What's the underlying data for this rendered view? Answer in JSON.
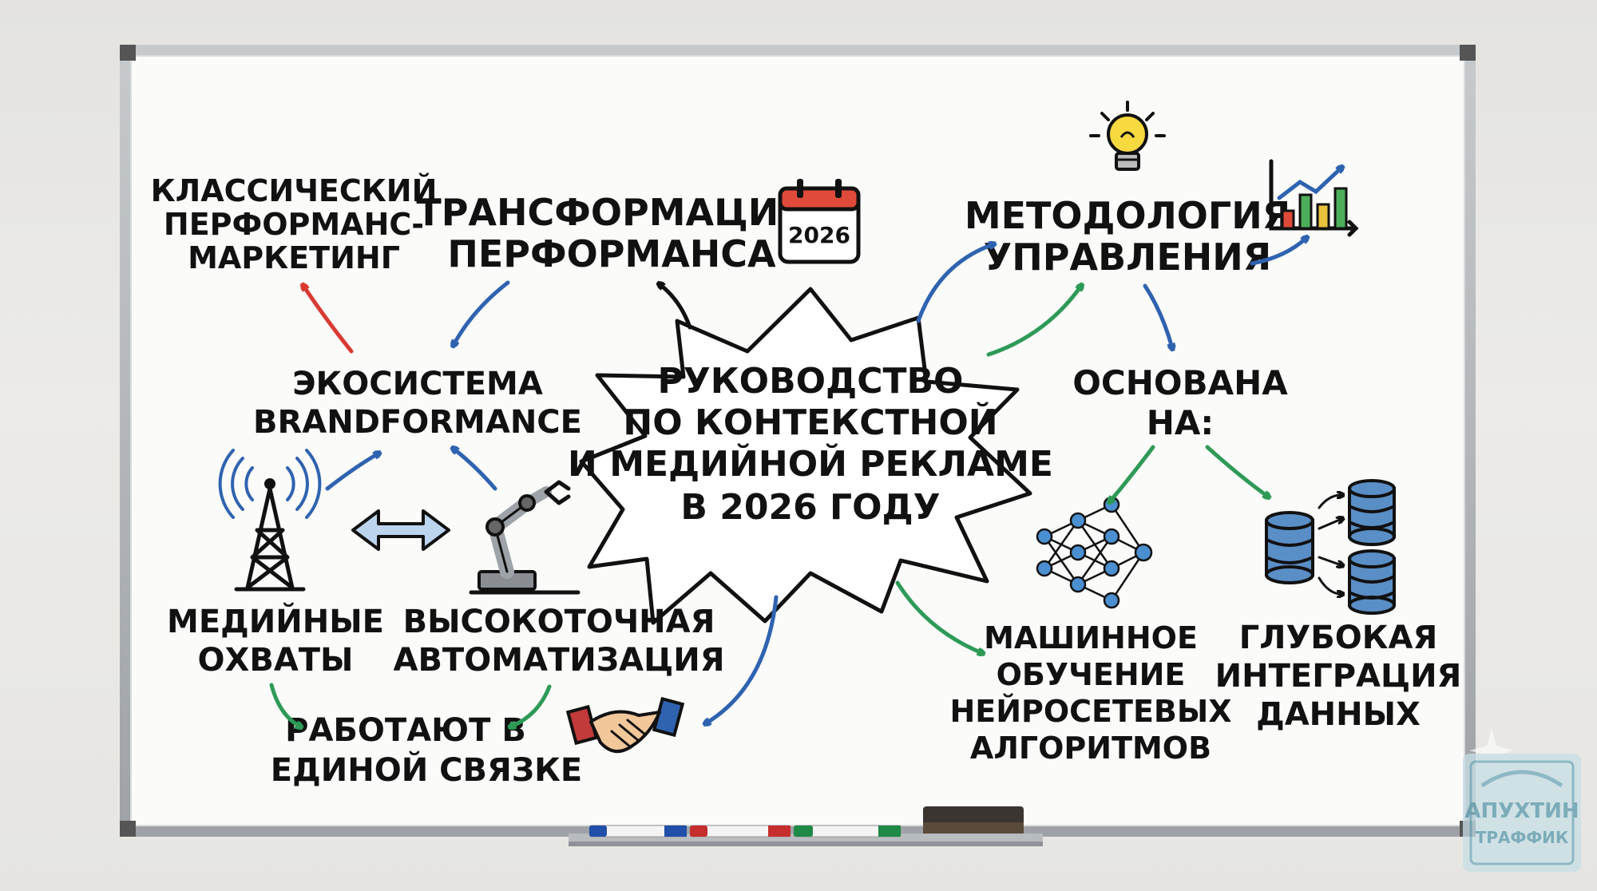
{
  "board": {
    "center_text": [
      "РУКОВОДСТВО",
      "ПО КОНТЕКСТНОЙ",
      "И МЕДИЙНОЙ РЕКЛАМЕ",
      "В 2026 ГОДУ"
    ],
    "classic": [
      "КЛАССИЧЕСКИЙ",
      "ПЕРФОРМАНС-",
      "МАРКЕТИНГ"
    ],
    "transformation": [
      "ТРАНСФОРМАЦИЯ",
      "ПЕРФОРМАНСА"
    ],
    "calendar_year": "2026",
    "ecosystem": [
      "ЭКОСИСТЕМА",
      "BRANDFORMANCE"
    ],
    "media": [
      "МЕДИЙНЫЕ",
      "ОХВАТЫ"
    ],
    "automation": [
      "ВЫСОКОТОЧНАЯ",
      "АВТОМАТИЗАЦИЯ"
    ],
    "together": [
      "РАБОТАЮТ В",
      "ЕДИНОЙ СВЯЗКЕ"
    ],
    "methodology": [
      "МЕТОДОЛОГИЯ",
      "УПРАВЛЕНИЯ"
    ],
    "based_on": [
      "ОСНОВАНА",
      "НА:"
    ],
    "ml": [
      "МАШИННОЕ",
      "ОБУЧЕНИЕ",
      "НЕЙРОСЕТЕВЫХ",
      "АЛГОРИТМОВ"
    ],
    "data": [
      "ГЛУБОКАЯ",
      "ИНТЕГРАЦИЯ",
      "ДАННЫХ"
    ]
  },
  "logo": {
    "line1": "АПУХТИН",
    "line2": "ТРАФФИК"
  },
  "icons": [
    "calendar-icon",
    "lightbulb-icon",
    "growth-chart-icon",
    "radio-tower-icon",
    "robot-arm-icon",
    "double-arrow-icon",
    "handshake-icon",
    "neural-network-icon",
    "database-icon"
  ],
  "colors": {
    "blue_arrow": "#2f63b0",
    "green_arrow": "#2e9a57",
    "red_arrow": "#d93a32",
    "board": "#fbfbfa",
    "frame": "#a9adb2"
  }
}
